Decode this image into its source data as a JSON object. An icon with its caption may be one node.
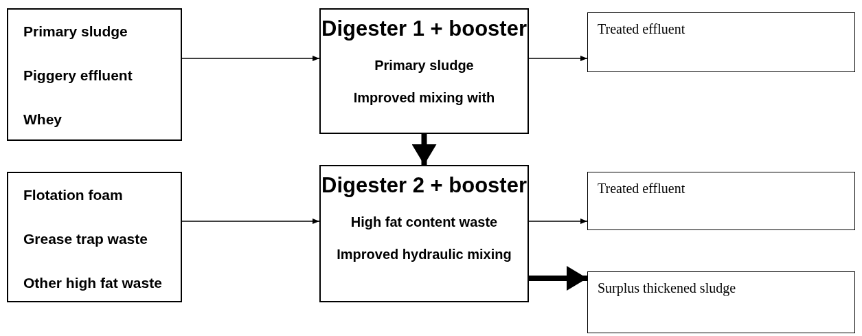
{
  "diagram": {
    "nodes": [
      {
        "text": [
          "Primary sludge",
          "Piggery effluent",
          "Whey"
        ]
      },
      {
        "text": [
          "Digester 1 + booster",
          "Primary sludge",
          "Improved mixing with"
        ]
      },
      {
        "text": [
          "Treated effluent"
        ]
      },
      {
        "text": [
          "Flotation foam",
          "Grease trap waste",
          "Other high fat waste"
        ]
      },
      {
        "text": [
          "Digester 2 + booster",
          "High fat content waste",
          "Improved hydraulic mixing"
        ]
      },
      {
        "text": [
          "Treated effluent"
        ]
      },
      {
        "text": [
          "Surplus thickened sludge"
        ]
      }
    ],
    "edges": [
      {
        "from": 0,
        "to": 1,
        "arrow": "to"
      },
      {
        "from": 1,
        "to": 2,
        "arrow": "to"
      },
      {
        "from": 1,
        "to": 4,
        "arrow": "to",
        "style": "thick"
      },
      {
        "from": 3,
        "to": 4,
        "arrow": "to"
      },
      {
        "from": 4,
        "to": 5,
        "arrow": "to"
      },
      {
        "from": 4,
        "to": 6,
        "arrow": "to",
        "style": "thick"
      }
    ]
  }
}
